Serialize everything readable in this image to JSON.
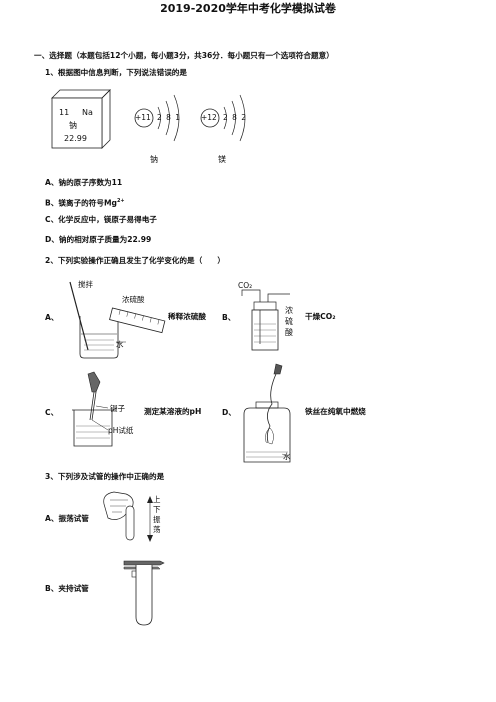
{
  "title": "2019-2020学年中考化学模拟试卷",
  "section1": "一、选择题（本题包括12个小题，每小题3分，共36分．每小题只有一个选项符合题意）",
  "q1": {
    "stem": "1、根据图中信息判断，下列说法错误的是",
    "element": {
      "number": "11",
      "symbol": "Na",
      "name": "钠",
      "mass": "22.99"
    },
    "atom_na": {
      "nucleus": "+11",
      "shells": "2 8 1",
      "label": "钠"
    },
    "atom_mg": {
      "nucleus": "+12",
      "shells": "2 8 2",
      "label": "镁"
    },
    "options": [
      "A、钠的原子序数为11",
      "B、镁离子的符号Mg",
      "C、化学反应中，镁原子易得电子",
      "D、钠的相对原子质量为22.99"
    ],
    "mg_sup": "2+"
  },
  "q2": {
    "stem": "2、下列实验操作正确且发生了化学变化的是（　　）",
    "A": {
      "letter": "A、",
      "caption": "稀释浓硫酸",
      "stir": "搅拌",
      "acid": "浓硫酸",
      "water": "水"
    },
    "B": {
      "letter": "B、",
      "caption": "干燥CO₂",
      "gas": "CO₂",
      "acid_chars": [
        "浓",
        "硫",
        "酸"
      ]
    },
    "C": {
      "letter": "C、",
      "caption": "测定某溶液的pH",
      "tweezers": "镊子",
      "paper": "pH试纸"
    },
    "D": {
      "letter": "D、",
      "caption": "铁丝在纯氧中燃烧",
      "water": "水"
    }
  },
  "q3": {
    "stem": "3、下列涉及试管的操作中正确的是",
    "A": {
      "letter": "A、振荡试管",
      "shake_chars": [
        "上",
        "下",
        "振",
        "荡"
      ]
    },
    "B": {
      "letter": "B、夹持试管"
    }
  }
}
